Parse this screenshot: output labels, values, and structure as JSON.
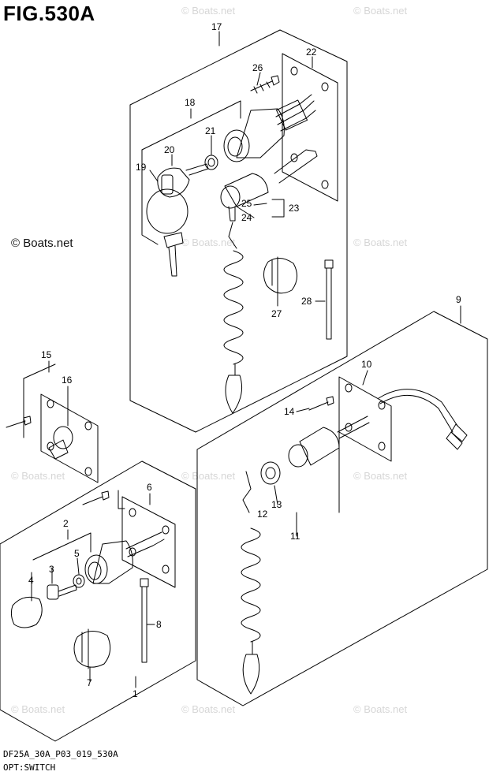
{
  "figure": {
    "title": "FIG.530A",
    "footer_code": "DF25A_30A_P03_019_530A",
    "footer_caption": "OPT:SWITCH"
  },
  "watermarks": {
    "light": "© Boats.net",
    "dark": "© Boats.net"
  },
  "callouts": [
    "1",
    "2",
    "3",
    "4",
    "5",
    "6",
    "7",
    "8",
    "9",
    "10",
    "11",
    "12",
    "13",
    "14",
    "15",
    "16",
    "17",
    "18",
    "19",
    "20",
    "21",
    "22",
    "23",
    "24",
    "25",
    "26",
    "27",
    "28"
  ],
  "colors": {
    "ink": "#000000",
    "watermark": "#d6d6d6",
    "background": "#ffffff"
  }
}
